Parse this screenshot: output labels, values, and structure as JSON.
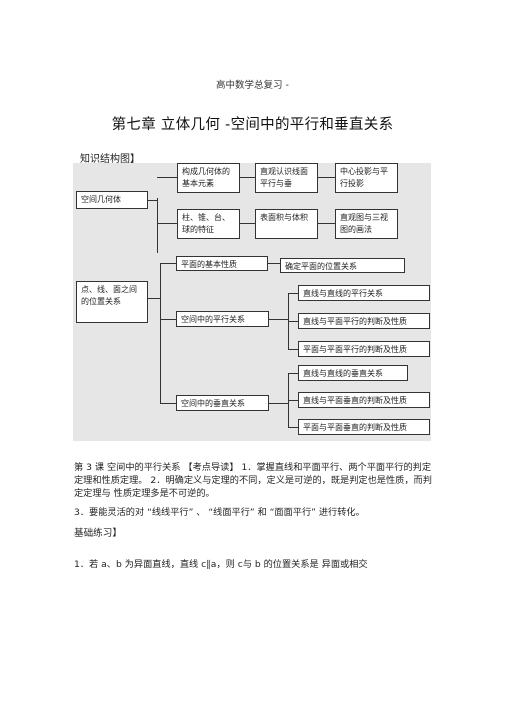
{
  "header": "高中数学总复习 -",
  "title": "第七章  立体几何  -空间中的平行和垂直关系",
  "section_label": "知识结构图】",
  "diagram": {
    "nodes": {
      "n1": "空间几何体",
      "n2": "构成几何体的基本元素",
      "n3": "直观认识线面平行与垂",
      "n4": "中心投影与平行投影",
      "n5": "柱、锥、台、球的特征",
      "n6": "表面积与体积",
      "n7": "直观图与三视图的画法",
      "n8": "点、线、面之间的位置关系",
      "n9": "平面的基本性质",
      "n10": "确定平面的位置关系",
      "n11": "空间中的平行关系",
      "n12": "直线与直线的平行关系",
      "n13": "直线与平面平行的判断及性质",
      "n14": "平面与平面平行的判断及性质",
      "n15": "空间中的垂直关系",
      "n16": "直线与直线的垂直关系",
      "n17": "直线与平面垂直的判断及性质",
      "n18": "平面与平面垂直的判断及性质"
    }
  },
  "paragraphs": {
    "p1": "第 3 课  空间中的平行关系  【考点导读】  1．掌握直线和平面平行、两个平面平行的判定定理和性质定理。  2．明确定义与定理的不同，定义是可逆的，既是判定也是性质，而判定定理与  性质定理多是不可逆的。",
    "p2": "3．要能灵活的对 “线线平行”  、 “线面平行” 和 “面面平行” 进行转化。",
    "p3": "基础练习】",
    "p4": "1．若 a、b 为异面直线，直线  c∥a，则  c与 b 的位置关系是    异面或相交"
  }
}
